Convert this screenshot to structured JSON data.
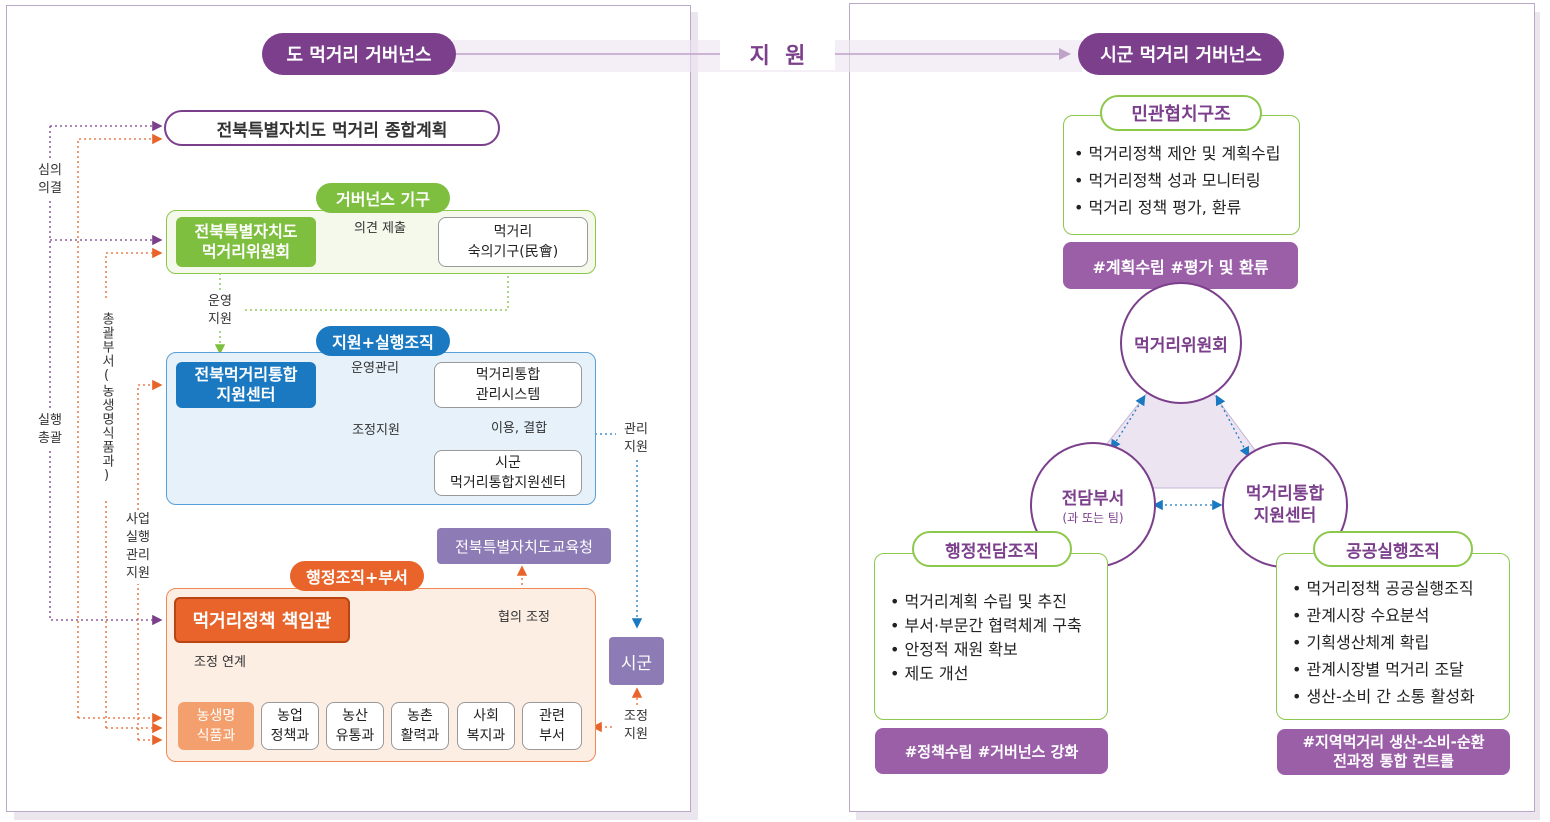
{
  "header": {
    "left": "도 먹거리 거버넌스",
    "mid": "지  원",
    "right": "시군 먹거리 거버넌스"
  },
  "left": {
    "plan": "전북특별자치도 먹거리 종합계획",
    "gov_title": "거버넌스 기구",
    "committee": "전북특별자치도\n먹거리위원회",
    "opinion": "의견 제출",
    "deliberation": "먹거리\n숙의기구(民會)",
    "operation_support": "운영\n지원",
    "exec_title": "지원+실행조직",
    "center": "전북먹거리통합\n지원센터",
    "ops_manage": "운영관리",
    "system": "먹거리통합\n관리시스템",
    "use_combine": "이용, 결합",
    "coord_support": "조정지원",
    "city_center": "시군\n먹거리통합지원센터",
    "manage_support": "관리\n지원",
    "education": "전북특별자치도교육청",
    "admin_title": "행정조직+부서",
    "officer": "먹거리정책 책임관",
    "consult": "협의 조정",
    "coord_link": "조정 연계",
    "city": "시군",
    "coord_support2": "조정\n지원",
    "depts": [
      "농생명\n식품과",
      "농업\n정책과",
      "농산\n유통과",
      "농촌\n활력과",
      "사회\n복지과",
      "관련\n부서"
    ],
    "side_deliberate": "심의\n의결",
    "side_exec": "실행\n총괄",
    "side_general": "총괄부서(농생명식품과)",
    "side_project": "사업\n실행\n관리\n지원"
  },
  "right": {
    "pg_title": "민관협치구조",
    "pg_items": [
      "먹거리정책 제안 및 계획수립",
      "먹거리정책 성과 모니터링",
      "먹거리 정책 평가, 환류"
    ],
    "pg_tag": "#계획수립 #평가 및 환류",
    "committee": "먹거리위원회",
    "dept_main": "전담부서",
    "dept_sub": "(과 또는 팀)",
    "center": "먹거리통합\n지원센터",
    "admin_title": "행정전담조직",
    "admin_items": [
      "먹거리계획 수립 및 추진",
      "부서·부문간 협력체계 구축",
      "안정적 재원 확보",
      "제도 개선"
    ],
    "admin_tag": "#정책수립 #거버넌스 강화",
    "public_title": "공공실행조직",
    "public_items": [
      "먹거리정책 공공실행조직",
      "관계시장 수요분석",
      "기획생산체계 확립",
      "관계시장별 먹거리 조달",
      "생산-소비 간 소통 활성화"
    ],
    "public_tag": "#지역먹거리 생산-소비-순환\n전과정 통합 컨트롤"
  },
  "colors": {
    "purple": "#7b3f8c",
    "tag": "#9b5fa8",
    "green": "#7fbf3f",
    "blue": "#1b79c1",
    "orange": "#e8642a",
    "peach": "#f3a06e",
    "edu": "#8c7bb5"
  }
}
